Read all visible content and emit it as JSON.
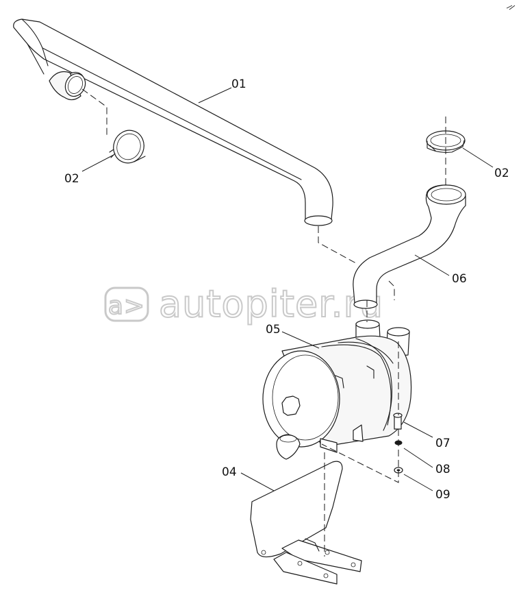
{
  "watermark": {
    "text": "autopiter.ru",
    "logo_icon": "a-arrow-logo-icon"
  },
  "callouts": [
    {
      "id": "intake-pipe-upper",
      "label": "01"
    },
    {
      "id": "clamp-left",
      "label": "02"
    },
    {
      "id": "clamp-right",
      "label": "02"
    },
    {
      "id": "bracket-plate",
      "label": "04"
    },
    {
      "id": "air-filter",
      "label": "05"
    },
    {
      "id": "intake-pipe-lower",
      "label": "06"
    },
    {
      "id": "bolt",
      "label": "07"
    },
    {
      "id": "spring-washer",
      "label": "08"
    },
    {
      "id": "flat-washer",
      "label": "09"
    }
  ]
}
